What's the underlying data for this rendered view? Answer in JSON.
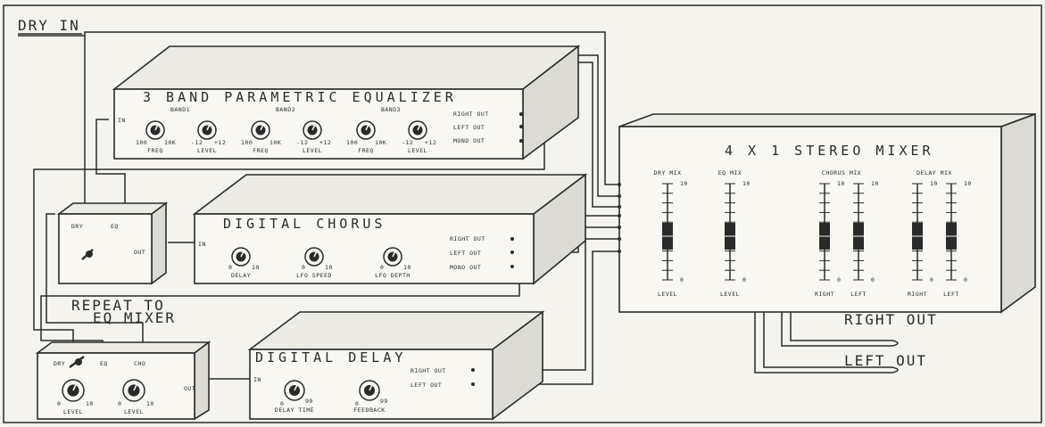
{
  "labels": {
    "dry_in": "DRY IN",
    "right_out": "RIGHT OUT",
    "left_out": "LEFT OUT",
    "repeat_line1": "REPEAT TO",
    "repeat_line2": "EQ MIXER"
  },
  "equalizer": {
    "title": "3 BAND PARAMETRIC EQUALIZER",
    "input": "IN",
    "outputs": [
      "RIGHT OUT",
      "LEFT OUT",
      "MONO OUT"
    ],
    "bands": [
      {
        "name": "BAND1",
        "freq_lo": "100",
        "freq_hi": "10K",
        "freq": "FREQ",
        "lvl_lo": "-12",
        "lvl_hi": "+12",
        "level": "LEVEL"
      },
      {
        "name": "BAND2",
        "freq_lo": "100",
        "freq_hi": "10K",
        "freq": "FREQ",
        "lvl_lo": "-12",
        "lvl_hi": "+12",
        "level": "LEVEL"
      },
      {
        "name": "BAND3",
        "freq_lo": "100",
        "freq_hi": "10K",
        "freq": "FREQ",
        "lvl_lo": "-12",
        "lvl_hi": "+12",
        "level": "LEVEL"
      }
    ]
  },
  "switch1": {
    "dry": "DRY",
    "eq": "EQ",
    "out": "OUT"
  },
  "chorus": {
    "title": "DIGITAL CHORUS",
    "input": "IN",
    "knobs": [
      "DELAY",
      "LFO SPEED",
      "LFO DEPTH"
    ],
    "knob_lo": "0",
    "knob_hi": "10",
    "outputs": [
      "RIGHT OUT",
      "LEFT OUT",
      "MONO OUT"
    ]
  },
  "switch2": {
    "dry": "DRY",
    "eq": "EQ",
    "cho": "CHO",
    "out": "OUT",
    "knobs": [
      "LEVEL",
      "LEVEL"
    ],
    "lo": "0",
    "hi": "10"
  },
  "delay": {
    "title": "DIGITAL DELAY",
    "input": "IN",
    "knobs": [
      "DELAY TIME",
      "FEEDBACK"
    ],
    "knob_lo": "0",
    "knob_hi": "99",
    "outputs": [
      "RIGHT OUT",
      "LEFT OUT"
    ]
  },
  "mixer": {
    "title": "4 X 1 STEREO MIXER",
    "groups": [
      {
        "name": "DRY MIX",
        "bottom": [
          "LEVEL"
        ]
      },
      {
        "name": "EQ MIX",
        "bottom": [
          "LEVEL"
        ]
      },
      {
        "name": "CHORUS MIX",
        "bottom": [
          "RIGHT",
          "LEFT"
        ]
      },
      {
        "name": "DELAY MIX",
        "bottom": [
          "RIGHT",
          "LEFT"
        ]
      }
    ],
    "scale_top": "10",
    "scale_bot": "0"
  }
}
